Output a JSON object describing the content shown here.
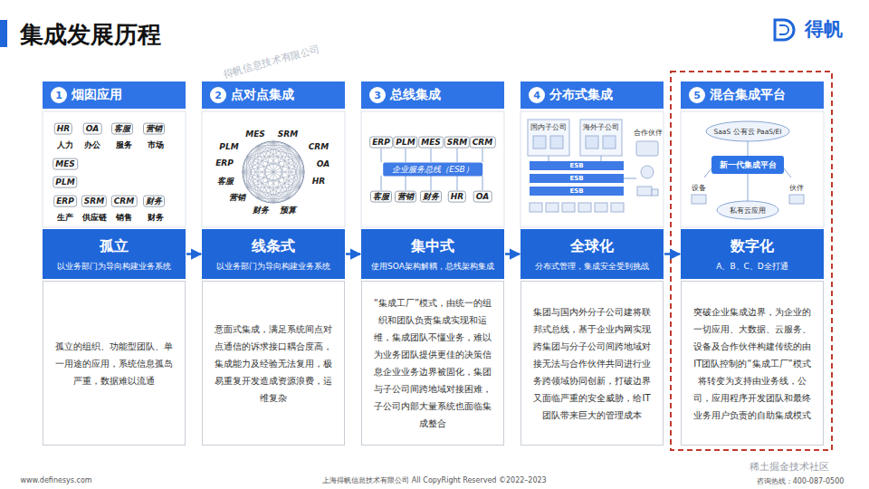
{
  "diagram": {
    "title": "集成发展历程",
    "nodes": [
      {
        "text": [
          "烟囱应用"
        ]
      },
      {
        "text": [
          "1"
        ],
        "in": 0
      },
      {
        "text": [
          "孤立",
          "以业务部门为导向构建业务系统"
        ]
      },
      {
        "text": [
          "孤立的组织、功能型团队、单一用途的应用，系统信息孤岛严重，数据难以流通"
        ]
      },
      {
        "text": [
          "点对点集成"
        ]
      },
      {
        "text": [
          "2"
        ],
        "in": 4
      },
      {
        "text": [
          "线条式",
          "以业务部门为导向构建业务系统"
        ]
      },
      {
        "text": [
          "意面式集成，满足系统间点对点通信的诉求接口耦合度高，集成能力及经验无法复用，极易重复开发造成资源浪费，运维复杂"
        ]
      },
      {
        "text": [
          "总线集成"
        ]
      },
      {
        "text": [
          "3"
        ],
        "in": 8
      },
      {
        "text": [
          "集中式",
          "使用SOA架构解耦，总线架构集成"
        ]
      },
      {
        "text": [
          "“集成工厂”模式，由统一的组织和团队负责集成实现和运维，集成团队不懂业务，难以为业务团队提供更佳的决策信息企业业务边界被固化，集团与子公司间跨地域对接困难，子公司内部大量系统也面临集成整合"
        ]
      },
      {
        "text": [
          "分布式集成"
        ]
      },
      {
        "text": [
          "4"
        ],
        "in": 12
      },
      {
        "text": [
          "全球化",
          "分布式管理，集成安全受到挑战"
        ]
      },
      {
        "text": [
          "集团与国内外分子公司建将联邦式总线，基于企业内网实现跨集团与分子公司间跨地域对接无法与合作伙伴共同进行业务跨领域协同创新，打破边界又面临严重的安全威胁，给IT团队带来巨大的管理成本"
        ]
      },
      {
        "text": [
          "混合集成平台"
        ]
      },
      {
        "text": [
          "5"
        ],
        "in": 16
      },
      {
        "text": [
          "数字化",
          "A、B、C、D全打通"
        ]
      },
      {
        "text": [
          "突破企业集成边界，为企业的一切应用、大数据、云服务、设备及合作伙伴构建传统的由IT团队控制的“集成工厂”模式将转变为支持由业务线，公司，应用程序开发团队和最终业务用户负责的自助集成模式"
        ]
      }
    ],
    "edges": [
      {
        "from": 2,
        "to": 6,
        "arrow": "to"
      },
      {
        "from": 6,
        "to": 10,
        "arrow": "to"
      },
      {
        "from": 10,
        "to": 14,
        "arrow": "to"
      },
      {
        "from": 14,
        "to": 18,
        "arrow": "to"
      }
    ],
    "labels": [
      "HR",
      "OA",
      "客服",
      "营销",
      "人力",
      "办公",
      "服务",
      "市场",
      "MES",
      "PLM",
      "ERP",
      "SRM",
      "CRM",
      "财务",
      "生产",
      "供应链",
      "销售",
      "财务",
      "MES",
      "SRM",
      "PLM",
      "CRM",
      "ERP",
      "OA",
      "客服",
      "HR",
      "营销",
      "财务",
      "预算",
      "ERP",
      "PLM",
      "MES",
      "SRM",
      "CRM",
      "企业服务总线（ESB）",
      "客服",
      "营销",
      "财务",
      "HR",
      "OA",
      "国内子公司",
      "海外子公司",
      "合作伙伴",
      "ESB",
      "ESB",
      "ESB",
      "SaaS 公有云 PaaS/EI",
      "新一代集成平台",
      "设备",
      "伙伴",
      "私有云应用",
      "得帆信息技术有限公司",
      "www.definesys.com",
      "上海得帆信息技术有限公司 All CopyRight Reserved ©2022–2023",
      "咨询热线：400-087-0500",
      "稀土掘金技术社区",
      "得帆"
    ]
  }
}
